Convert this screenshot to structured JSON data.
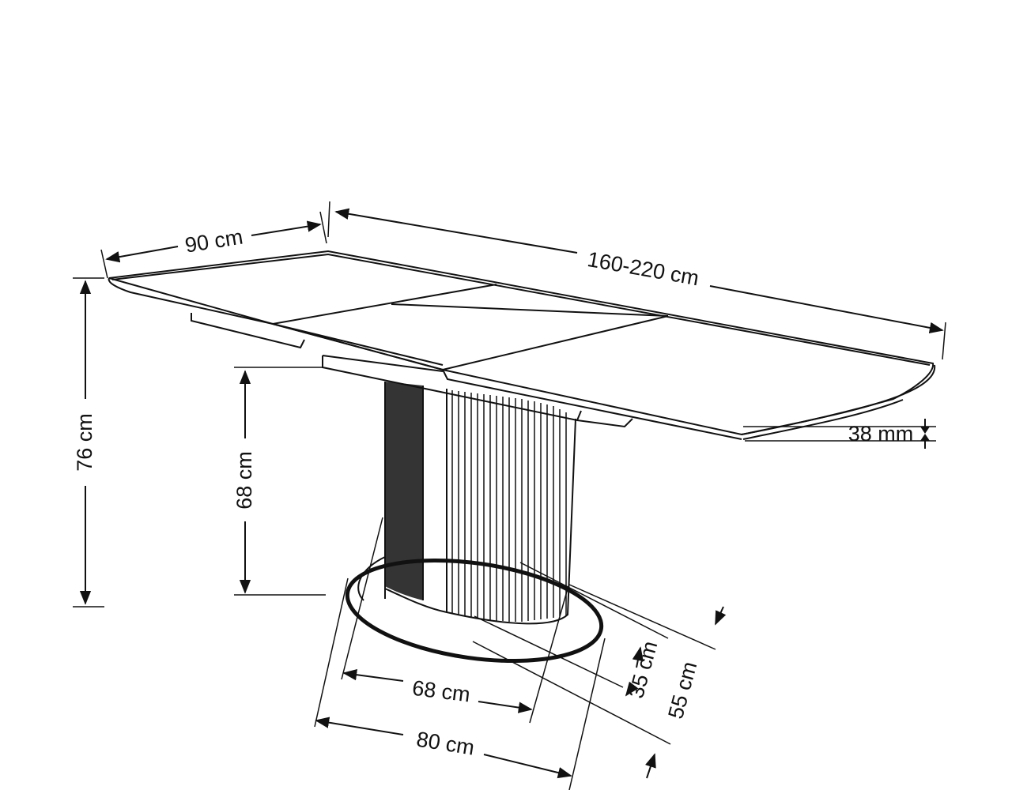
{
  "dimensions": {
    "width": "90 cm",
    "length": "160-220 cm",
    "height": "76 cm",
    "apron_height": "68 cm",
    "top_thickness": "38 mm",
    "pedestal_length": "68 cm",
    "base_length": "80 cm",
    "pedestal_depth": "35 cm",
    "base_depth": "55 cm"
  },
  "colors": {
    "line": "#111111",
    "background": "#ffffff"
  }
}
